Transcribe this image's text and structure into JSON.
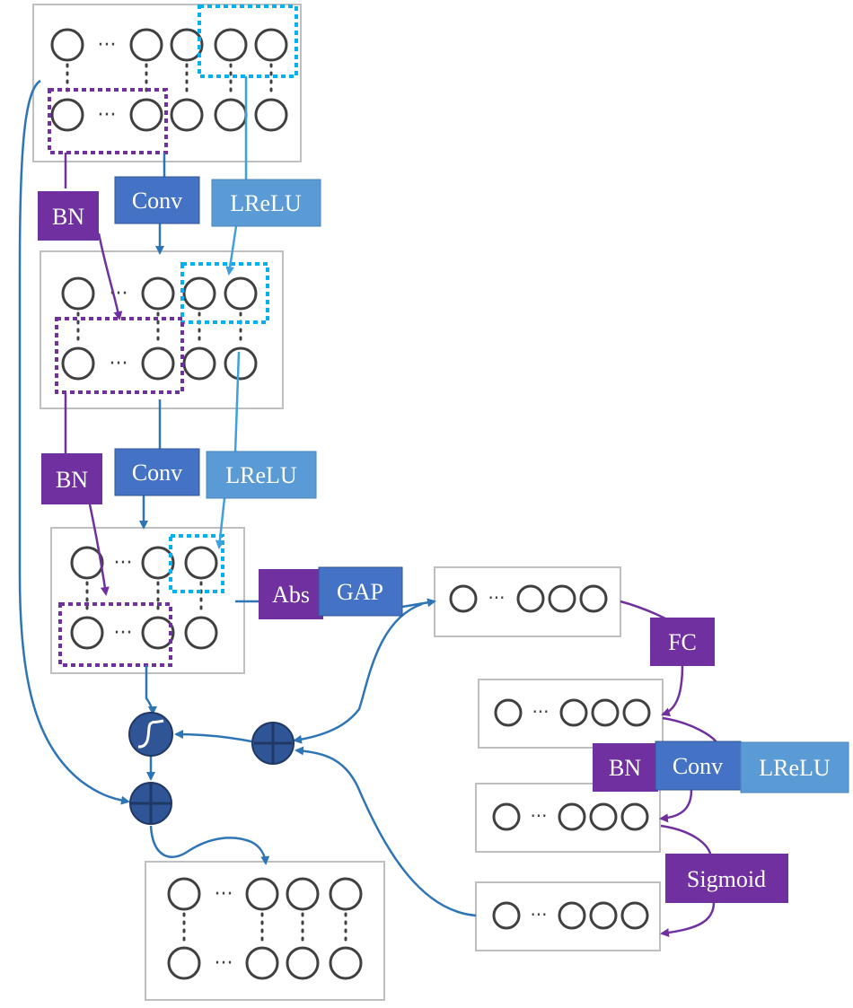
{
  "labels": {
    "bn": "BN",
    "conv": "Conv",
    "lrelu": "LReLU",
    "abs": "Abs",
    "gap": "GAP",
    "fc": "FC",
    "sigmoid": "Sigmoid"
  },
  "ellipsis": "···",
  "colors": {
    "purple": "#7030a0",
    "blue": "#4472c4",
    "light_blue": "#5b9bd5",
    "cyan_dotted": "#00b0f0",
    "arrow_blue": "#2e75b6",
    "node_fill": "#2f5597",
    "box_border": "#bfbfbf",
    "circle_stroke": "#404040"
  },
  "icons": {
    "sigmoid_node": "sigmoid-symbol-icon",
    "add_node": "plus-circle-icon"
  }
}
